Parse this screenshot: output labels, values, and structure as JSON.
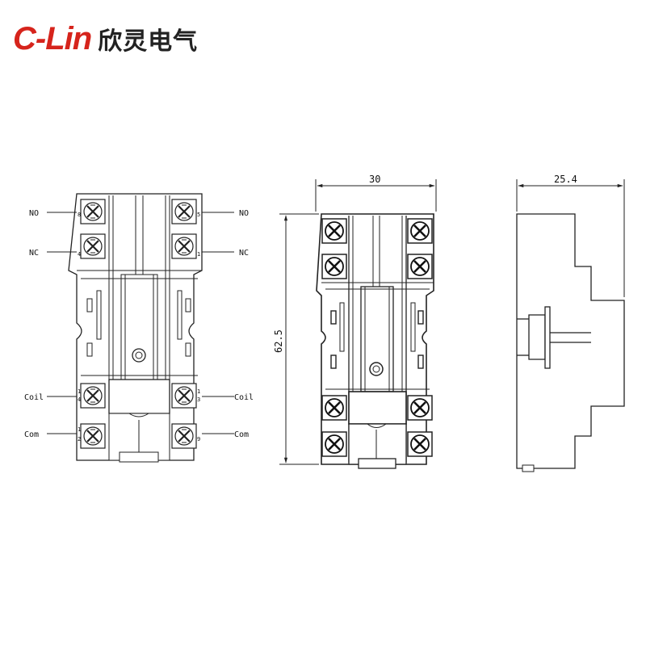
{
  "brand": {
    "logo": "C-Lin",
    "name_cn": "欣灵电气"
  },
  "front_view": {
    "labels_left": [
      "NO",
      "NC",
      "Coil",
      "Com"
    ],
    "labels_right": [
      "NO",
      "NC",
      "Coil",
      "Com"
    ],
    "terminal_numbers_left": [
      "8",
      "4",
      "1",
      "4",
      "1",
      "2"
    ],
    "terminal_numbers_right": [
      "5",
      "1",
      "1",
      "3",
      "9"
    ]
  },
  "dimensions": {
    "width": "30",
    "height": "62.5",
    "depth": "25.4"
  },
  "colors": {
    "brand_red": "#d6241c",
    "line": "#222222"
  }
}
